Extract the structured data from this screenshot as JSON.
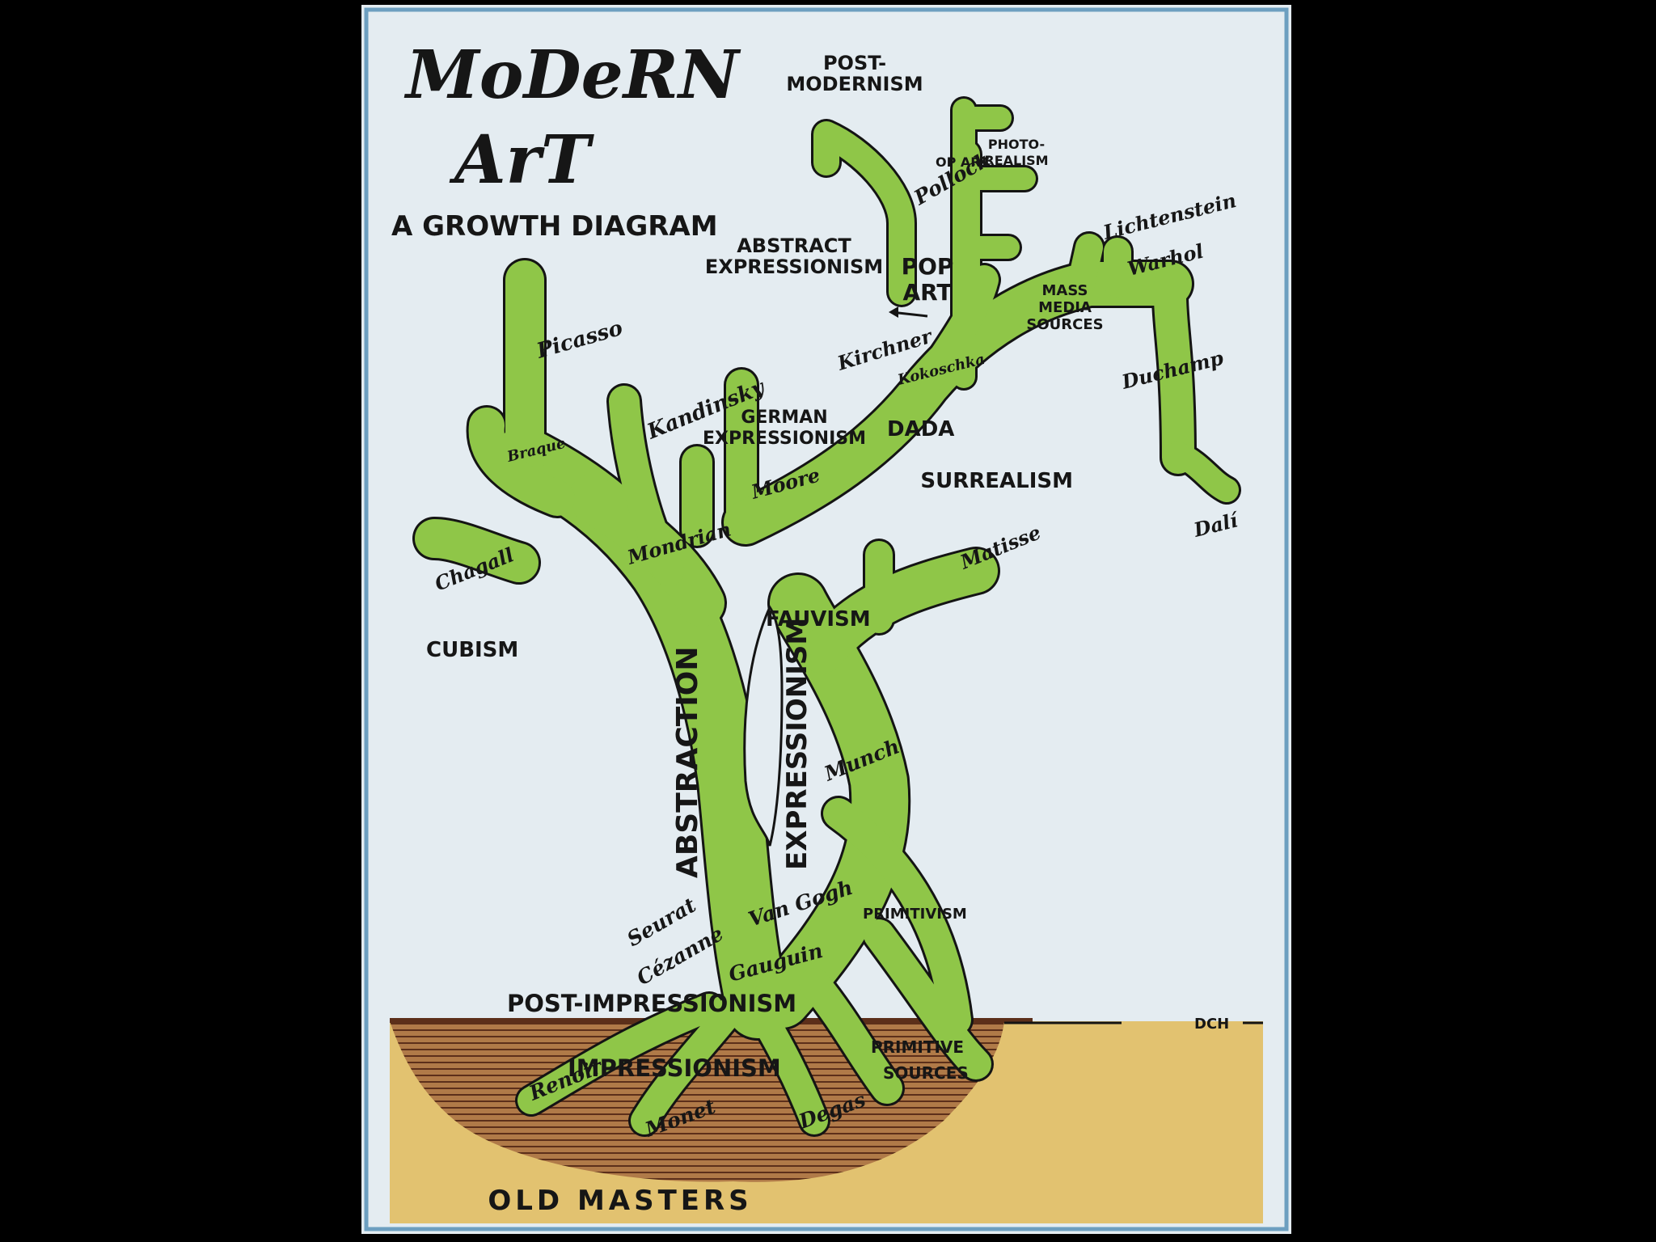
{
  "title": {
    "line1": "MoDeRN",
    "line2": "ArT",
    "subtitle": "A GROWTH DIAGRAM"
  },
  "colors": {
    "sky": "#e4ecf1",
    "tree": "#8fc648",
    "tree_outline": "#141414",
    "soil": "#e2c270",
    "soil_shadow": "#9a5a34",
    "frame": "#6d9fc0"
  },
  "movements": {
    "post_modernism": [
      "POST-",
      "MODERNISM"
    ],
    "abstract_expressionism": [
      "ABSTRACT",
      "EXPRESSIONISM"
    ],
    "pop_art": [
      "POP",
      "ART"
    ],
    "mass_media": [
      "MASS",
      "MEDIA",
      "SOURCES"
    ],
    "german_expressionism": [
      "GERMAN",
      "EXPRESSIONISM"
    ],
    "dada": "DADA",
    "surrealism": "SURREALISM",
    "fauvism": "FAUVISM",
    "cubism": "CUBISM",
    "abstraction": "ABSTRACTION",
    "expressionism": "EXPRESSIONISM",
    "primitivism": "PRIMITIVISM",
    "post_impressionism": "POST-IMPRESSIONISM",
    "impressionism": "IMPRESSIONISM",
    "primitive_sources": [
      "PRIMITIVE",
      "SOURCES"
    ],
    "old_masters": "OLD MASTERS",
    "op_art": "OP ART",
    "photo_realism": [
      "PHOTO-",
      "REALISM"
    ]
  },
  "artists": {
    "picasso": "Picasso",
    "braque": "Braque",
    "chagall": "Chagall",
    "kandinsky": "Kandinsky",
    "mondrian": "Mondrian",
    "moore": "Moore",
    "kirchner": "Kirchner",
    "kokoschka": "Kokoschka",
    "pollock": "Pollock",
    "lichtenstein": "Lichtenstein",
    "warhol": "Warhol",
    "duchamp": "Duchamp",
    "dali": "Dalí",
    "matisse": "Matisse",
    "munch": "Munch",
    "seurat": "Seurat",
    "van_gogh": "Van Gogh",
    "cezanne": "Cézanne",
    "gauguin": "Gauguin",
    "renoir": "Renoir",
    "monet": "Monet",
    "degas": "Degas"
  },
  "signature": "DCH"
}
